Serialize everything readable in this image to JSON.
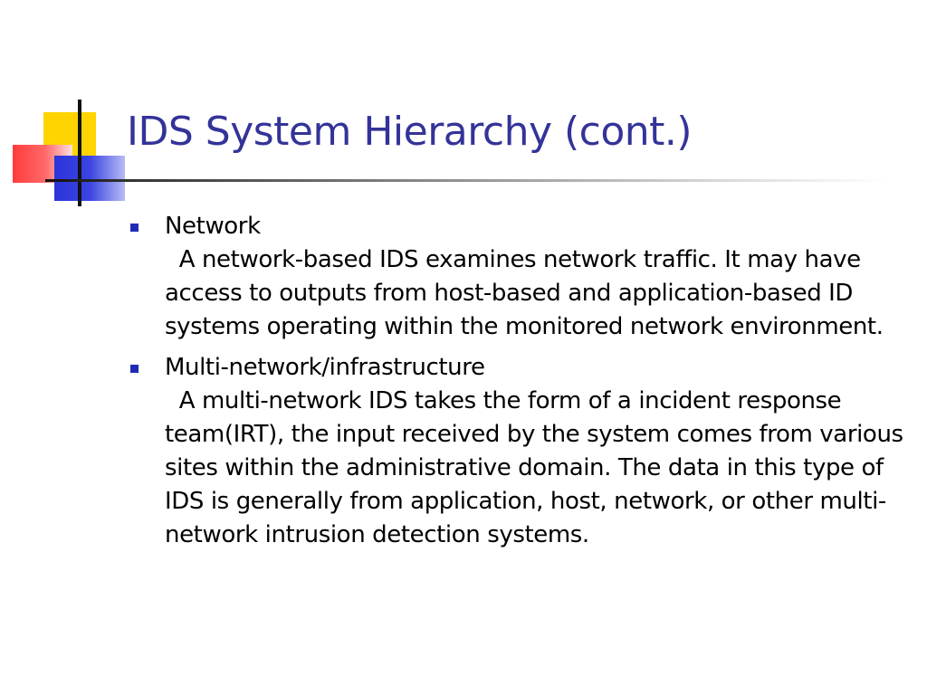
{
  "slide": {
    "title": "IDS System Hierarchy (cont.)",
    "items": [
      {
        "heading": "Network",
        "text": "  A network-based IDS examines network traffic. It may have access to outputs from host-based and application-based ID systems operating within the monitored network environment."
      },
      {
        "heading": "Multi-network/infrastructure",
        "text": "  A multi-network IDS takes the form of a incident response team(IRT), the input received by the system comes from various sites within the administrative domain. The data in this type of IDS is generally from application, host, network, or other multi-network intrusion detection systems."
      }
    ]
  },
  "colors": {
    "title": "#333399",
    "bullet": "#1f2bb5",
    "yellow": "#ffd400",
    "red": "#ff3b3b",
    "blue": "#2c34d8"
  }
}
